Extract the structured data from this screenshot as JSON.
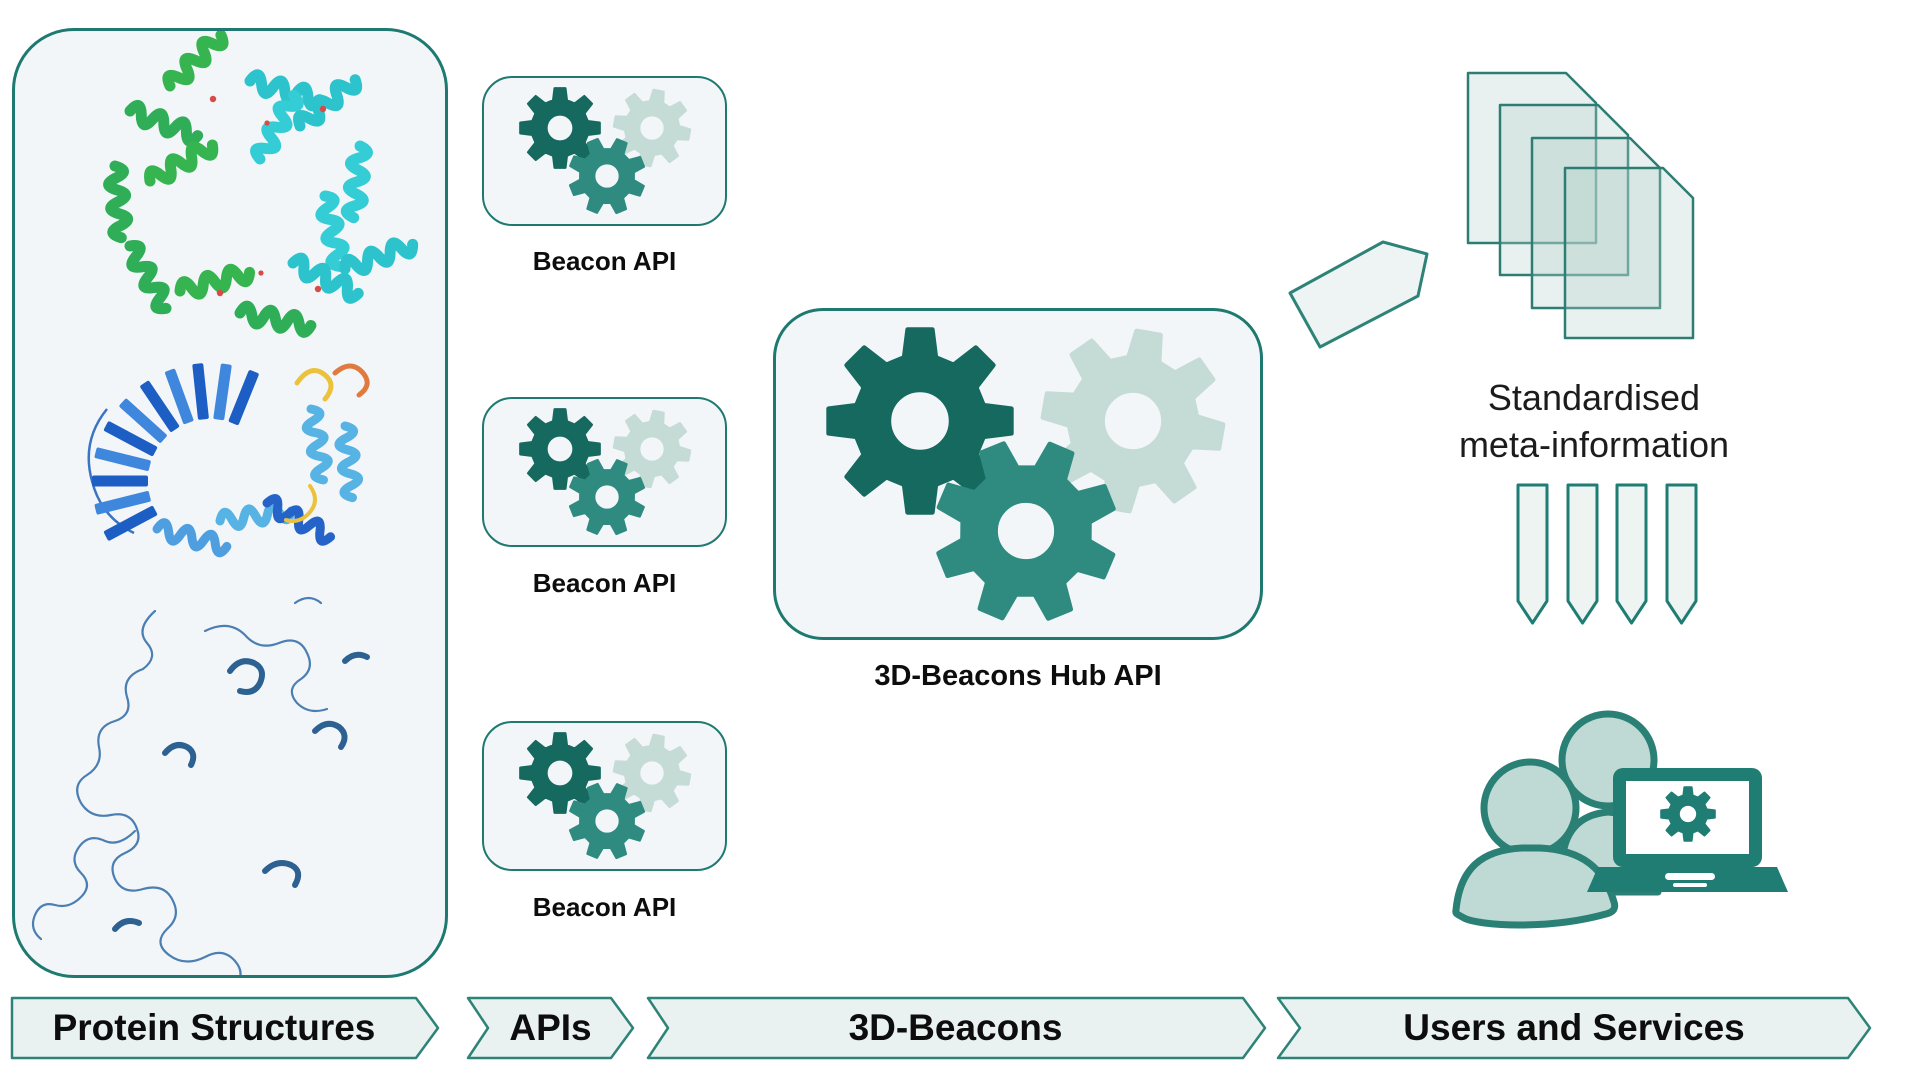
{
  "diagram": {
    "beacon_boxes": [
      {
        "label": "Beacon API",
        "icon": "gears-icon"
      },
      {
        "label": "Beacon API",
        "icon": "gears-icon"
      },
      {
        "label": "Beacon API",
        "icon": "gears-icon"
      }
    ],
    "hub": {
      "label": "3D-Beacons Hub API",
      "icon": "gears-icon"
    },
    "meta_info": {
      "line1": "Standardised",
      "line2": "meta-information"
    },
    "banners": [
      {
        "label": "Protein Structures"
      },
      {
        "label": "APIs"
      },
      {
        "label": "3D-Beacons"
      },
      {
        "label": "Users and Services"
      }
    ],
    "icons": {
      "documents": "stacked-documents-icon",
      "flow_arrow": "flow-arrow-icon",
      "pennants": "download-arrows-icon",
      "users": "users-and-laptop-icon"
    },
    "colors": {
      "accent": "#1e7a70",
      "gear_dark": "#16695f",
      "gear_mid": "#2f8b80",
      "gear_light": "#c5dbd6",
      "panel_fill": "#f3f6f9",
      "banner_fill": "#e9f2f0",
      "shape_fill": "#eef4f3",
      "text": "#0d0d0d"
    }
  }
}
